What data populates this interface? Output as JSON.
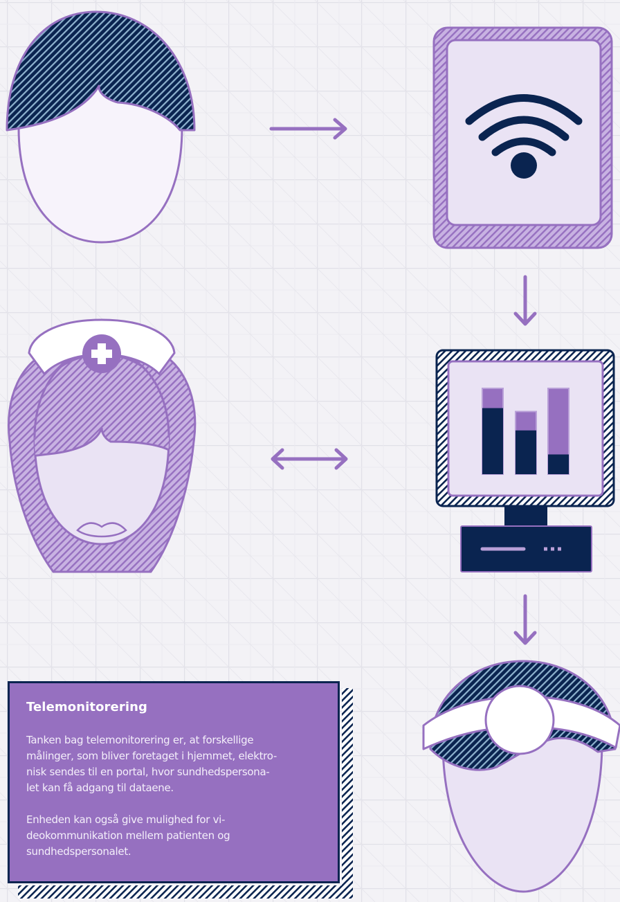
{
  "colors": {
    "background": "#f3f2f6",
    "grid": "#e1e0e8",
    "navy": "#0a2450",
    "purple": "#9670c0",
    "light_purple": "#eae3f4",
    "lavender": "#b9a0d8",
    "pale": "#f7f3fb"
  },
  "nodes": [
    {
      "id": "patient",
      "icon": "patient-head-icon"
    },
    {
      "id": "tablet",
      "icon": "wifi-tablet-icon"
    },
    {
      "id": "monitor",
      "icon": "bar-chart-monitor-icon"
    },
    {
      "id": "nurse",
      "icon": "nurse-head-icon"
    },
    {
      "id": "doctor",
      "icon": "doctor-head-mirror-icon"
    }
  ],
  "connections": [
    {
      "from": "patient",
      "to": "tablet",
      "direction": "one-way"
    },
    {
      "from": "tablet",
      "to": "monitor",
      "direction": "one-way"
    },
    {
      "from": "nurse",
      "to": "monitor",
      "direction": "two-way"
    },
    {
      "from": "monitor",
      "to": "doctor",
      "direction": "one-way"
    }
  ],
  "monitor_bars": [
    {
      "total": 1.0,
      "filled": 0.77
    },
    {
      "total": 0.73,
      "filled": 0.51
    },
    {
      "total": 1.0,
      "filled": 0.23
    }
  ],
  "infobox": {
    "title": "Telemonitorering",
    "paragraph1": "Tanken bag telemonitorering er, at forskellige\nmålinger, som bliver foretaget i hjemmet, elektro-\nnisk sendes til en portal, hvor sundhedspersona-\nlet kan få adgang til dataene.",
    "paragraph2": "Enheden kan også give mulighed for vi-\ndeokommunikation mellem patienten og\nsundhedspersonalet."
  }
}
